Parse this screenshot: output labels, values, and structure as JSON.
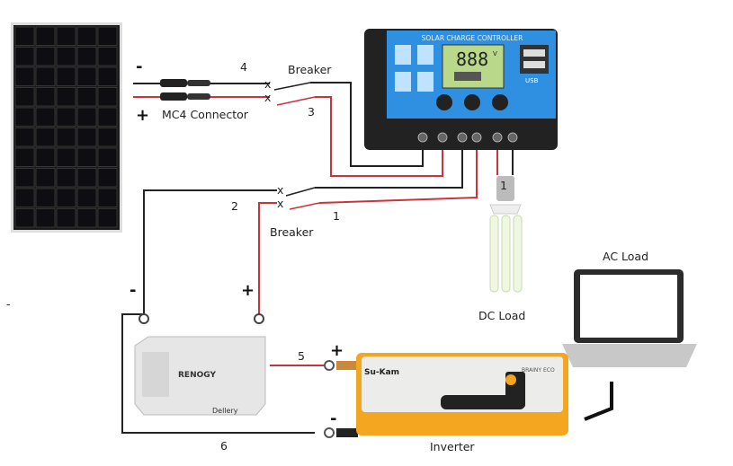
{
  "labels": {
    "mc4": "MC4 Connector",
    "breaker_top": "Breaker",
    "breaker_bottom": "Breaker",
    "wire_1": "1",
    "wire_2": "2",
    "wire_3": "3",
    "wire_4": "4",
    "wire_5": "5",
    "wire_6": "6",
    "dc_load_wire": "1",
    "dc_load": "DC Load",
    "ac_load": "AC Load",
    "inverter": "Inverter",
    "battery": "Dellery",
    "panel_minus": "-",
    "panel_plus": "+",
    "battery_minus": "-",
    "battery_plus": "+",
    "inverter_plus": "+",
    "inverter_minus": "-",
    "stray_minus": "-"
  },
  "controller": {
    "title": "SOLAR CHARGE CONTROLLER",
    "display": "888",
    "unit": "V",
    "usb": "USB"
  },
  "brands": {
    "inverter": "Su-Kam",
    "inverter_model": "BRAINY ECO",
    "battery": "RENOGY"
  },
  "colors": {
    "positive_wire": "#c8343a",
    "negative_wire": "#222222",
    "controller_blue": "#2f8fe0",
    "inverter_orange": "#f4a620",
    "panel": "#1a1a1a"
  }
}
